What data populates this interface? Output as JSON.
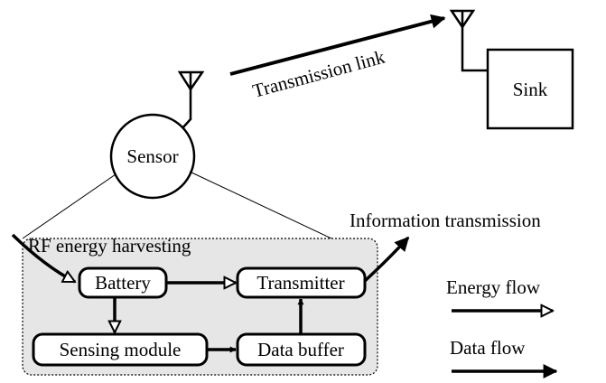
{
  "labels": {
    "sink": "Sink",
    "transmission_link": "Transmission link",
    "sensor": "Sensor",
    "information_transmission": "Information transmission",
    "rf_energy_harvesting": "RF energy harvesting",
    "battery": "Battery",
    "transmitter": "Transmitter",
    "sensing_module": "Sensing module",
    "data_buffer": "Data buffer"
  },
  "legend": {
    "energy_flow": "Energy flow",
    "data_flow": "Data flow"
  },
  "colors": {
    "stroke": "#000000",
    "panel_fill": "#e6e6e6"
  }
}
